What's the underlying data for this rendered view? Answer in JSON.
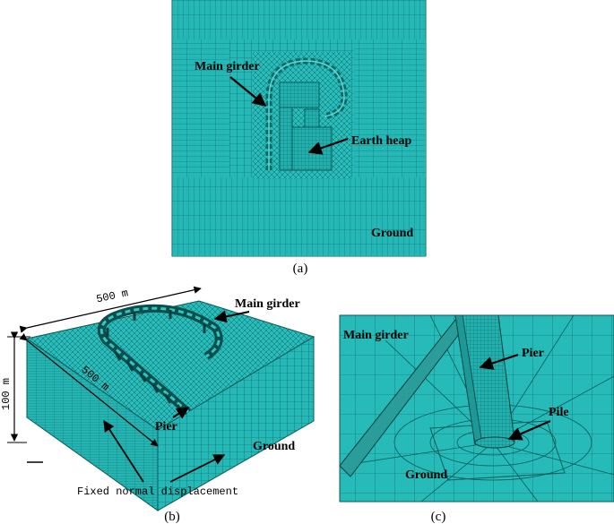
{
  "panel_a": {
    "caption": "(a)",
    "labels": {
      "main_girder": "Main girder",
      "earth_heap": "Earth heap",
      "ground": "Ground"
    }
  },
  "panel_b": {
    "caption": "(b)",
    "labels": {
      "main_girder": "Main girder",
      "pier": "Pier",
      "ground": "Ground",
      "dim_top": "500 m",
      "dim_side": "500 m",
      "dim_height": "100 m",
      "fixed_normal": "Fixed normal displacement"
    }
  },
  "panel_c": {
    "caption": "(c)",
    "labels": {
      "main_girder": "Main girder",
      "pier": "Pier",
      "pile": "Pile",
      "ground": "Ground"
    }
  },
  "colors": {
    "mesh_fill": "#25b8b6",
    "mesh_line": "#0a5a58",
    "fine_mesh": "#1fa9a7"
  }
}
